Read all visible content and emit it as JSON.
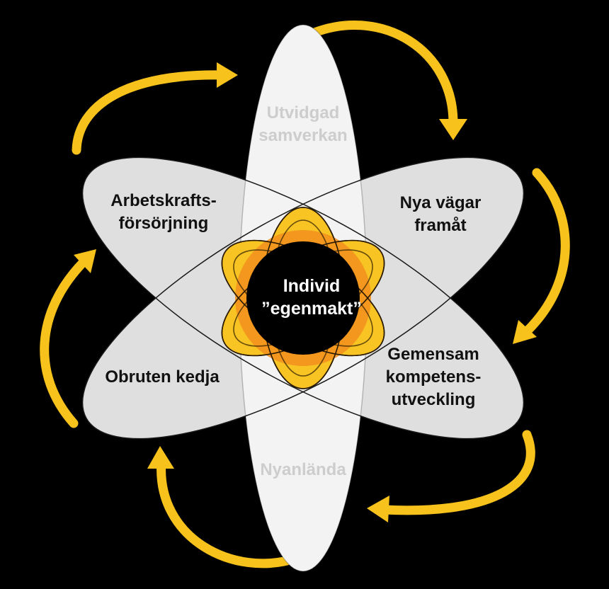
{
  "colors": {
    "background": "#000000",
    "petal_gray": "#dfdfdf",
    "petal_vertical": "#f3f3f3",
    "arrow_yellow": "#f6c21b",
    "core_gold": "#f8c423",
    "core_orange": "#f28f1d",
    "center": "#000000"
  },
  "center": {
    "line1": "Individ",
    "line2": "”egenmakt”"
  },
  "petals": {
    "top": {
      "line1": "Utvidgad",
      "line2": "samverkan"
    },
    "bottom": {
      "line1": "Nyanlända"
    },
    "upper_left": {
      "line1": "Arbetskrafts-",
      "line2": "försörjning"
    },
    "upper_right": {
      "line1": "Nya vägar",
      "line2": "framåt"
    },
    "lower_left": {
      "line1": "Obruten kedja"
    },
    "lower_right": {
      "line1": "Gemensam",
      "line2": "kompetens-",
      "line3": "utveckling"
    }
  },
  "icons": {
    "arrows": "curved-arrow-icon"
  }
}
